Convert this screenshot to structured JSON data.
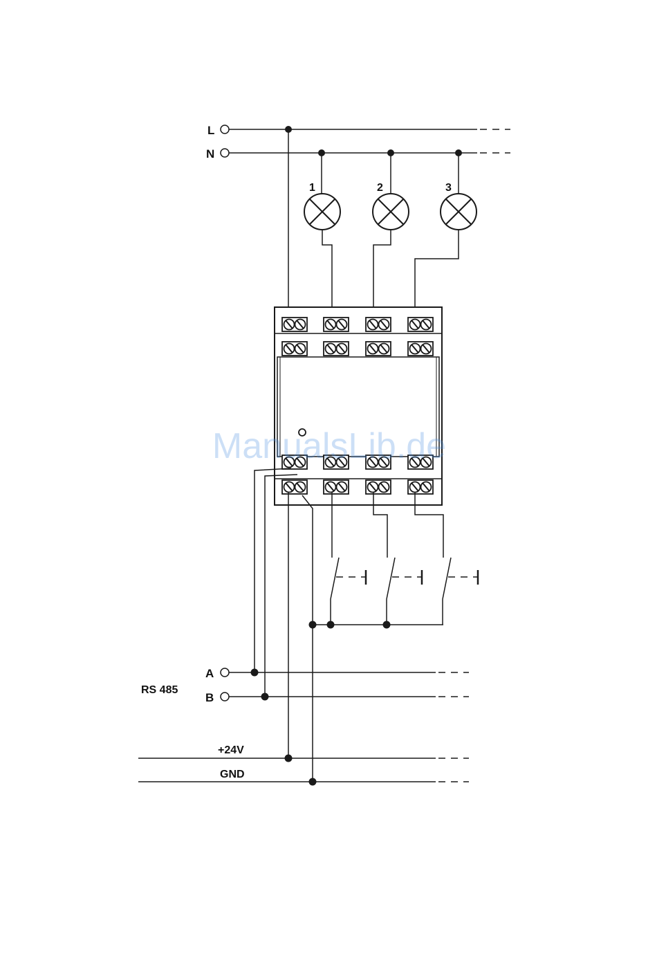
{
  "terminals": {
    "L": "L",
    "N": "N",
    "A": "A",
    "B": "B"
  },
  "lamps": [
    "1",
    "2",
    "3"
  ],
  "bus_label": "RS 485",
  "power": {
    "plus24": "+24V",
    "gnd": "GND"
  },
  "watermark": "ManualsLib.de"
}
